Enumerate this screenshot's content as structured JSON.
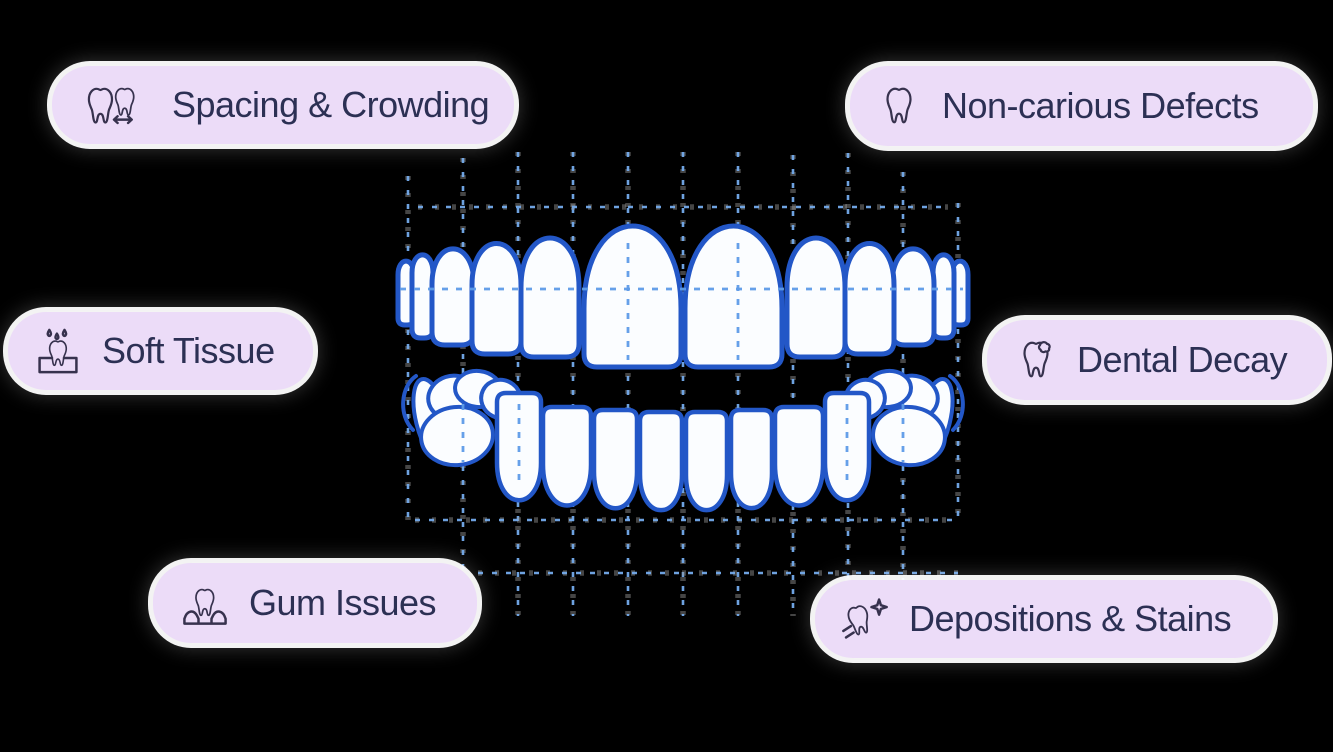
{
  "pills": [
    {
      "text": "Spacing & Crowding",
      "icon": "teeth-spacing-icon"
    },
    {
      "text": "Non-carious Defects",
      "icon": "tooth-icon"
    },
    {
      "text": "Soft Tissue",
      "icon": "tooth-gum-drops-icon"
    },
    {
      "text": "Dental Decay",
      "icon": "tooth-cavity-icon"
    },
    {
      "text": "Gum Issues",
      "icon": "tooth-gum-icon"
    },
    {
      "text": "Depositions & Stains",
      "icon": "tooth-sparkle-icon"
    }
  ],
  "colors": {
    "background": "#000000",
    "pill_background": "#ecdcf8",
    "pill_text": "#2c3054",
    "icon_stroke": "#37324e",
    "tooth_outline": "#2357c7",
    "tooth_fill": "#fbfdff",
    "grid_blue": "#74abec",
    "grid_gray": "#9a9a9a",
    "overlay_blue": "#5f9ce8"
  }
}
